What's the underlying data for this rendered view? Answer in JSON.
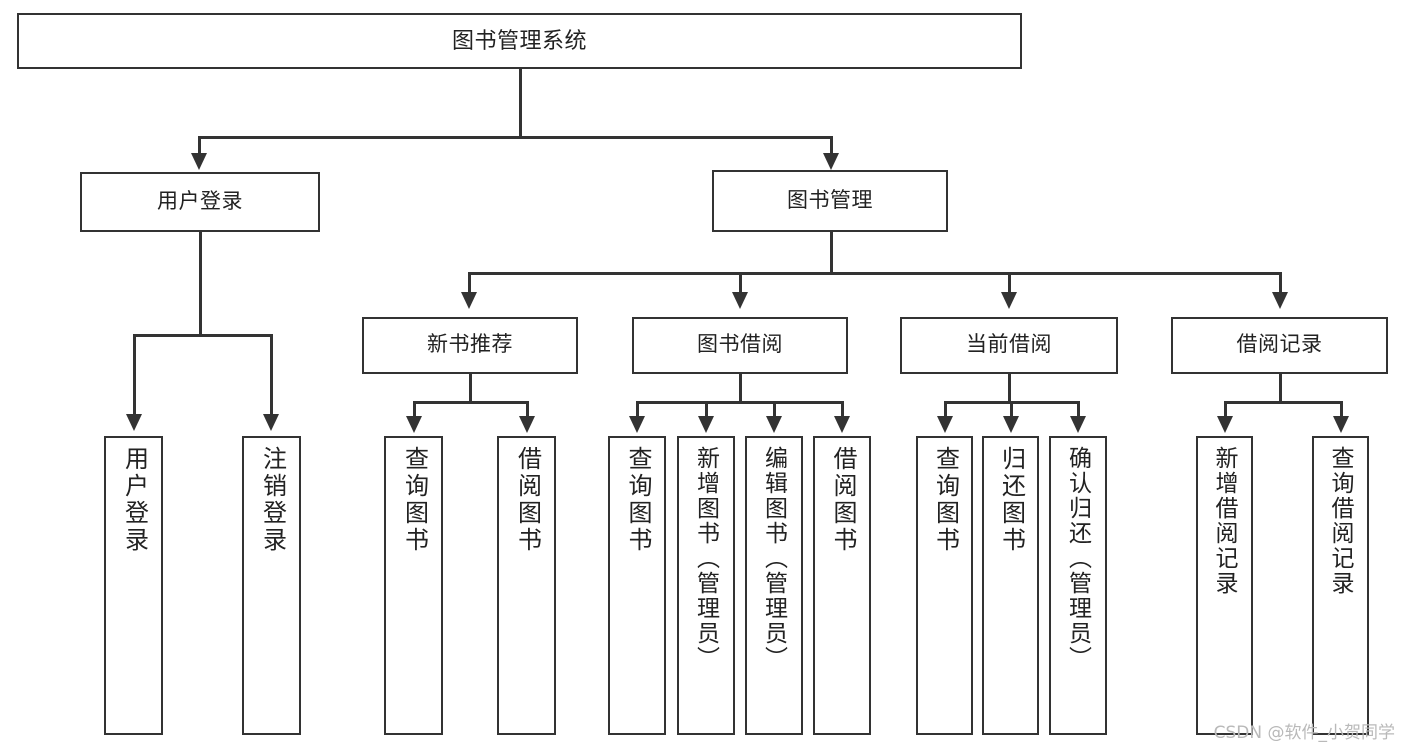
{
  "diagram": {
    "title": "图书管理系统",
    "type": "tree",
    "watermark": "CSDN @软件_小贺同学",
    "colors": {
      "stroke": "#333333",
      "fill": "#ffffff",
      "text": "#222222",
      "watermark": "#b9b9b9"
    },
    "root": {
      "label": "图书管理系统"
    },
    "level2": [
      {
        "label": "用户登录"
      },
      {
        "label": "图书管理"
      }
    ],
    "level3": [
      {
        "label": "新书推荐"
      },
      {
        "label": "图书借阅"
      },
      {
        "label": "当前借阅"
      },
      {
        "label": "借阅记录"
      }
    ],
    "leaves": {
      "user_login": [
        {
          "label": "用户登录"
        },
        {
          "label": "注销登录"
        }
      ],
      "new_book_recommend": [
        {
          "label": "查询图书"
        },
        {
          "label": "借阅图书"
        }
      ],
      "book_borrow": [
        {
          "label": "查询图书"
        },
        {
          "label": "新增图书（管理员）"
        },
        {
          "label": "编辑图书（管理员）"
        },
        {
          "label": "借阅图书"
        }
      ],
      "current_borrow": [
        {
          "label": "查询图书"
        },
        {
          "label": "归还图书"
        },
        {
          "label": "确认归还（管理员）"
        }
      ],
      "borrow_record": [
        {
          "label": "新增借阅记录"
        },
        {
          "label": "查询借阅记录"
        }
      ]
    }
  }
}
